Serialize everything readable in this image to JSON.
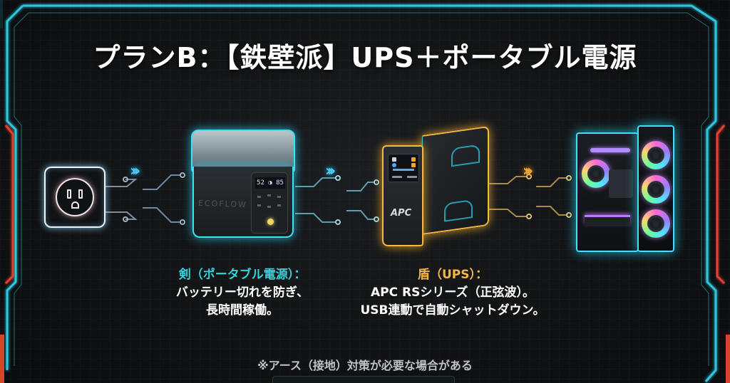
{
  "title": "プランB：【鉄壁派】UPS＋ポータブル電源",
  "colors": {
    "background": "#111315",
    "frame_cyan": "#2ec6dc",
    "frame_red": "#e0402e",
    "sword_accent": "#34d2d8",
    "shield_accent": "#f4b84a",
    "text_primary": "#ffffff",
    "note_text": "#bfc3c6"
  },
  "flow": {
    "nodes": [
      {
        "id": "outlet",
        "label": "wall-outlet",
        "glow": "#e8f6ff"
      },
      {
        "id": "portable_power",
        "label": "portable-power-station",
        "brand": "ECOFLOW",
        "screen": "52 ◑ 85",
        "glow": "#3ee0f5"
      },
      {
        "id": "ups",
        "label": "ups",
        "brand": "APC",
        "glow": "#f5b841"
      },
      {
        "id": "pc",
        "label": "gaming-pc",
        "glow": "#3ee0f5"
      }
    ],
    "arrows": [
      {
        "from": "outlet",
        "to": "portable_power",
        "glyph": "›››",
        "color": "#4fc8f0"
      },
      {
        "from": "portable_power",
        "to": "ups",
        "glyph": "›››",
        "color": "#4fc8f0"
      },
      {
        "from": "ups",
        "to": "pc",
        "glyph": "›››",
        "color": "#f0a630"
      }
    ]
  },
  "captions": {
    "sword": {
      "head": "剣（ポータブル電源）：",
      "lines": [
        "バッテリー切れを防ぎ、",
        "長時間稼働。"
      ]
    },
    "shield": {
      "head": "盾（UPS）：",
      "lines": [
        "APC RSシリーズ（正弦波）。",
        "USB連動で自動シャットダウン。"
      ]
    }
  },
  "note": "※アース（接地）対策が必要な場合がある"
}
